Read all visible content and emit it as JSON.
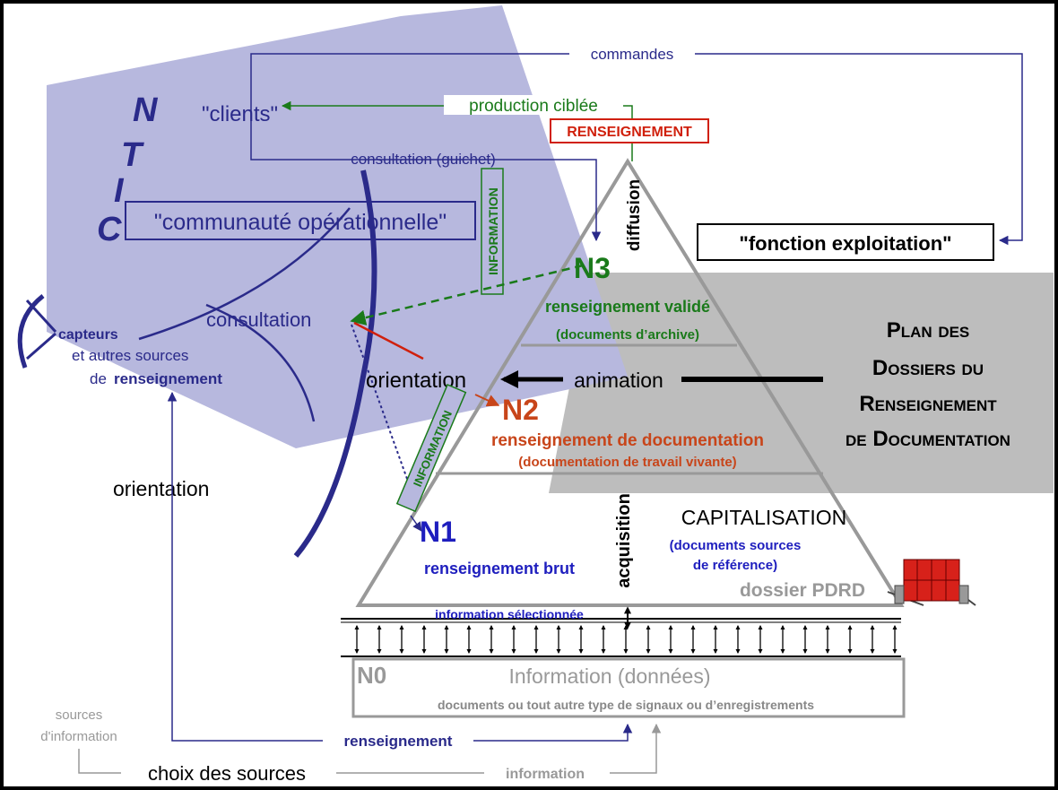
{
  "colors": {
    "blue": "#2a2a8a",
    "lavender": "#b7b8de",
    "green": "#1a7a1a",
    "red": "#d0200c",
    "orange": "#c8451a",
    "gray": "#999999",
    "darkgray": "#8a8a8a",
    "panel": "#bdbdbd"
  },
  "ntic": {
    "n": "N",
    "t": "T",
    "i": "I",
    "c": "C"
  },
  "top": {
    "commandes": "commandes",
    "production": "production ciblée",
    "renseignement": "RENSEIGNEMENT",
    "clients": "\"clients\"",
    "consultation_guichet": "consultation (guichet)",
    "communaute": "\"communauté opérationnelle\"",
    "fonction": "\"fonction exploitation\"",
    "diffusion": "diffusion",
    "information": "INFORMATION"
  },
  "levels": {
    "n3": "N3",
    "n3_title": "renseignement validé",
    "n3_sub": "(documents d’archive)",
    "n2": "N2",
    "n2_title": "renseignement de documentation",
    "n2_sub": "(documentation de travail vivante)",
    "n1": "N1",
    "n1_title": "renseignement brut",
    "n0": "N0",
    "n0_title": "Information (données)",
    "n0_sub": "documents ou tout autre type de signaux ou d’enregistrements"
  },
  "left": {
    "consultation": "consultation",
    "orientation": "orientation",
    "orientation_left": "orientation",
    "capteurs": "capteurs",
    "autres": "et autres sources",
    "de": "de",
    "renseignement": "renseignement",
    "information2": "INFORMATION"
  },
  "middle": {
    "animation": "animation",
    "acquisition": "acquisition",
    "capitalisation": "CAPITALISATION",
    "docs_sources_1": "(documents sources",
    "docs_sources_2": "de référence)",
    "dossier": "dossier PDRD",
    "info_selectionnee": "information sélectionnée"
  },
  "plan": {
    "line1": "Plan des",
    "line2": "Dossiers du",
    "line3": "Renseignement",
    "line4": "de Documentation"
  },
  "bottom": {
    "sources1": "sources",
    "sources2": "d'information",
    "choix": "choix des sources",
    "information": "information",
    "renseignement": "renseignement"
  }
}
